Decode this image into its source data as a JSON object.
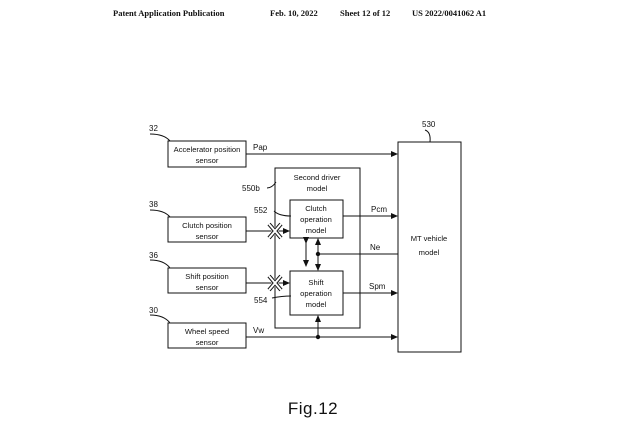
{
  "header": {
    "publication": "Patent Application Publication",
    "date": "Feb. 10, 2022",
    "sheet": "Sheet 12 of 12",
    "number": "US 2022/0041062 A1"
  },
  "diagram": {
    "sensors": {
      "accelerator": {
        "ref": "32",
        "line1": "Accelerator position",
        "line2": "sensor"
      },
      "clutch": {
        "ref": "38",
        "line1": "Clutch position",
        "line2": "sensor"
      },
      "shift": {
        "ref": "36",
        "line1": "Shift position",
        "line2": "sensor"
      },
      "wheel": {
        "ref": "30",
        "line1": "Wheel speed",
        "line2": "sensor"
      }
    },
    "driver_model": {
      "ref": "550b",
      "line1": "Second driver",
      "line2": "model"
    },
    "clutch_op": {
      "ref": "552",
      "line1": "Clutch",
      "line2": "operation",
      "line3": "model"
    },
    "shift_op": {
      "ref": "554",
      "line1": "Shift",
      "line2": "operation",
      "line3": "model"
    },
    "vehicle": {
      "ref": "530",
      "line1": "MT vehicle",
      "line2": "model"
    },
    "signals": {
      "pap": "Pap",
      "pcm": "Pcm",
      "ne": "Ne",
      "spm": "Spm",
      "vw": "Vw"
    }
  },
  "figure_label": "Fig.12"
}
